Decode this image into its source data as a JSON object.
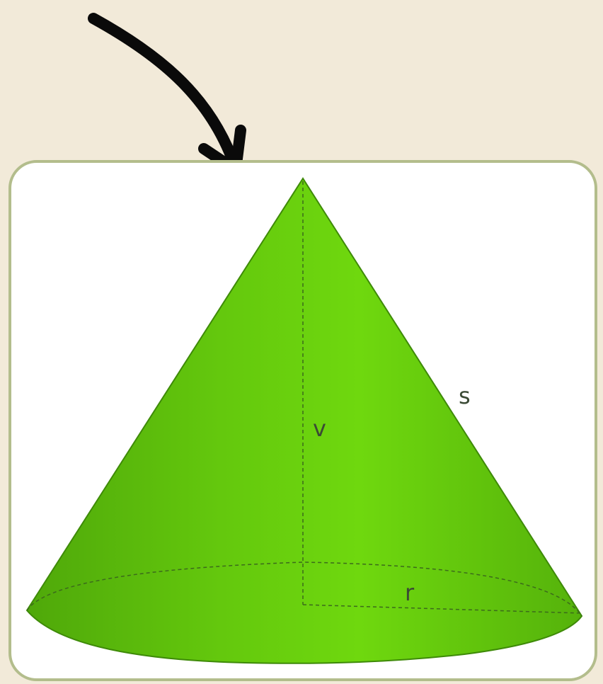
{
  "labels": {
    "slant_height": "s",
    "height": "v",
    "radius": "r"
  },
  "colors": {
    "background": "#f2ead9",
    "frame_border": "#b3bd8c",
    "cone_light": "#6fd80e",
    "cone_dark": "#4fa80a",
    "arrow": "#0a0a0a",
    "label": "#3b4a35"
  },
  "icons": {
    "pointer": "curved-arrow-icon"
  }
}
